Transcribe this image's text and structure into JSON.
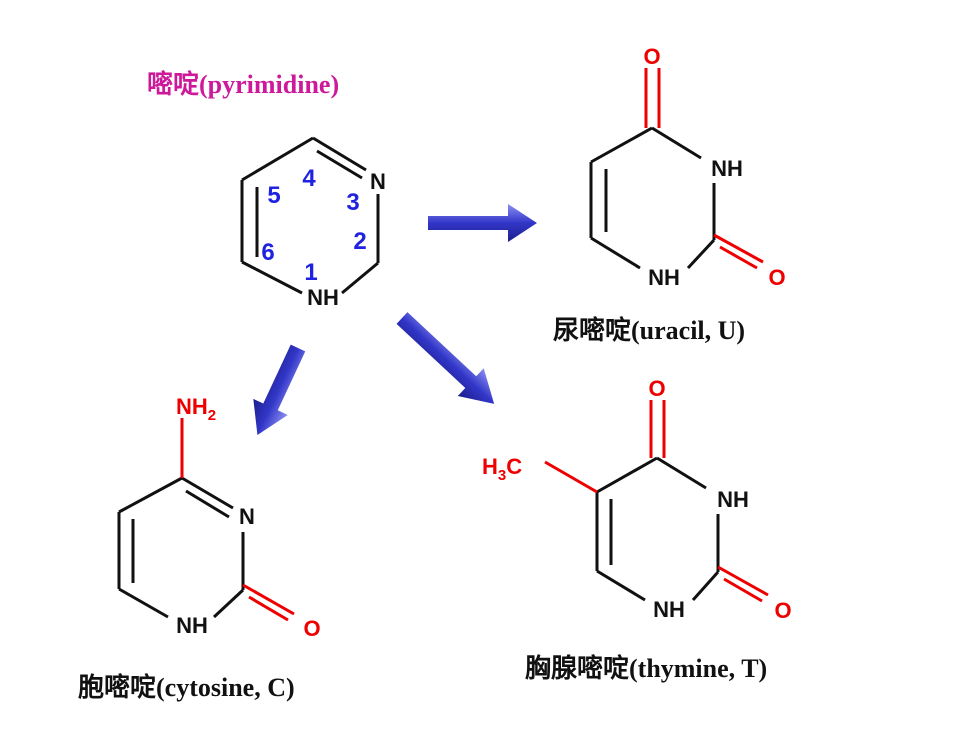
{
  "colors": {
    "bond": "#111111",
    "carbonyl": "#ee0000",
    "title": "#cc1a9a",
    "numbering": "#1f22e0",
    "arrow": "#3a3fd0"
  },
  "pyrimidine": {
    "title": "嘧啶(pyrimidine)",
    "atom_N3": "N",
    "atom_NH1": "NH",
    "numbers": [
      "1",
      "2",
      "3",
      "4",
      "5",
      "6"
    ]
  },
  "uracil": {
    "caption": "尿嘧啶(uracil, U)",
    "atom_O_top": "O",
    "atom_NH_right": "NH",
    "atom_NH_bottom": "NH",
    "atom_O_right": "O"
  },
  "cytosine": {
    "caption": "胞嘧啶(cytosine, C)",
    "nh2_main": "NH",
    "nh2_sub": "2",
    "atom_N": "N",
    "atom_NH_bottom": "NH",
    "atom_O": "O"
  },
  "thymine": {
    "caption": "胸腺嘧啶(thymine, T)",
    "atom_O_top": "O",
    "methyl_H": "H",
    "methyl_sub": "3",
    "methyl_C": "C",
    "atom_NH_right": "NH",
    "atom_NH_bottom": "NH",
    "atom_O_right": "O"
  },
  "arrows": [
    "pyrimidine-to-uracil",
    "pyrimidine-to-cytosine",
    "pyrimidine-to-thymine"
  ]
}
